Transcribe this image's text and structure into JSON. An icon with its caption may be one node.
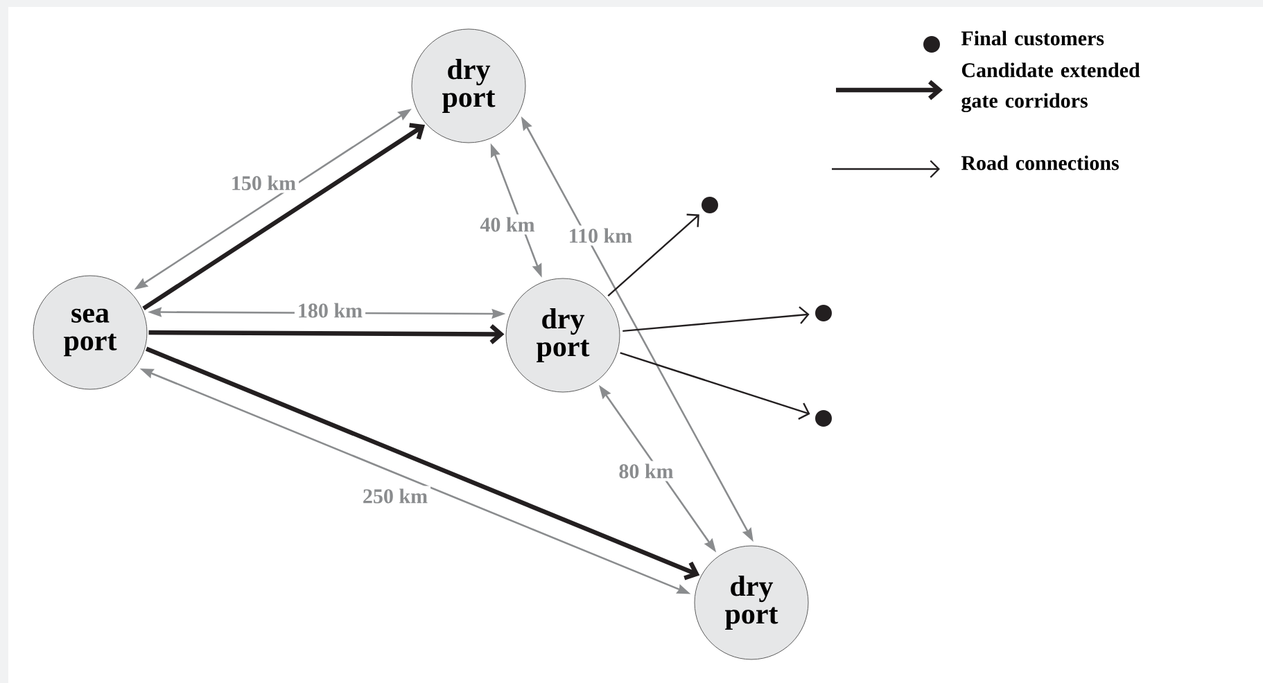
{
  "diagram": {
    "nodes": [
      {
        "text": [
          "sea port"
        ]
      },
      {
        "text": [
          "dry port"
        ]
      },
      {
        "text": [
          "dry port"
        ]
      },
      {
        "text": [
          "dry port"
        ]
      },
      {
        "text": [],
        "shape": "circle"
      },
      {
        "text": [],
        "shape": "circle"
      },
      {
        "text": [],
        "shape": "circle"
      }
    ],
    "edges": [
      {
        "from": 0,
        "to": 1,
        "arrow": "to",
        "style": "thick"
      },
      {
        "from": 0,
        "to": 2,
        "arrow": "to",
        "style": "thick"
      },
      {
        "from": 0,
        "to": 3,
        "arrow": "to",
        "style": "thick"
      },
      {
        "from": 0,
        "to": 1,
        "arrow": "both",
        "label": "150 km",
        "color": "#8a8c8e"
      },
      {
        "from": 0,
        "to": 2,
        "arrow": "both",
        "label": "180 km",
        "color": "#8a8c8e"
      },
      {
        "from": 0,
        "to": 3,
        "arrow": "both",
        "label": "250 km",
        "color": "#8a8c8e"
      },
      {
        "from": 1,
        "to": 2,
        "arrow": "both",
        "label": "40 km",
        "color": "#8a8c8e"
      },
      {
        "from": 1,
        "to": 3,
        "arrow": "both",
        "label": "110 km",
        "color": "#8a8c8e"
      },
      {
        "from": 2,
        "to": 3,
        "arrow": "both",
        "label": "80 km",
        "color": "#8a8c8e"
      },
      {
        "from": 2,
        "to": 4,
        "arrow": "to"
      },
      {
        "from": 2,
        "to": 5,
        "arrow": "to"
      },
      {
        "from": 2,
        "to": 6,
        "arrow": "to"
      }
    ],
    "legend": [
      {
        "text": "Final customers"
      },
      {
        "text": "Candidate extended gate corridors"
      },
      {
        "text": "Road connections"
      }
    ]
  }
}
